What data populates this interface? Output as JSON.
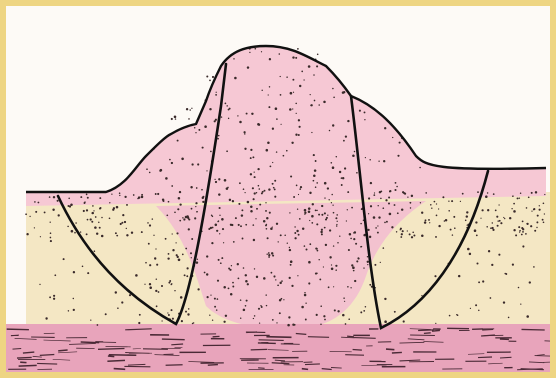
{
  "figure": {
    "colors": {
      "frame": "#eed583",
      "paper": "#fdfaf6",
      "lesion_pink": "#f6c8d4",
      "dermis_cream": "#f4e7c4",
      "deep_layer_pink": "#e8a4bb",
      "stipple": "#3a2a2a",
      "outline": "#111111"
    },
    "regions": [
      "lesion-dome",
      "epidermis-surface",
      "dermis",
      "deep-layer"
    ],
    "excision_lines": 2
  }
}
